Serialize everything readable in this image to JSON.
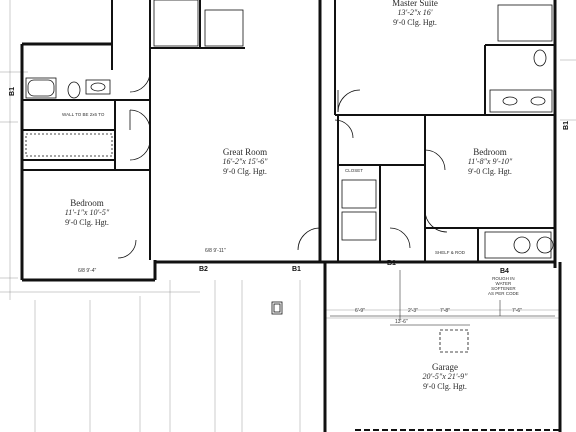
{
  "rooms": {
    "master": {
      "name": "Master Suite",
      "dims": "13'-2\"x 16'",
      "ceiling": "9'-0 Clg. Hgt."
    },
    "great": {
      "name": "Great Room",
      "dims": "16'-2\"x 15'-6\"",
      "ceiling": "9'-0 Clg. Hgt."
    },
    "bedroom_right": {
      "name": "Bedroom",
      "dims": "11'-8\"x 9'-10\"",
      "ceiling": "9'-0 Clg. Hgt."
    },
    "bedroom_left": {
      "name": "Bedroom",
      "dims": "11'-1\"x 10'-5\"",
      "ceiling": "9'-0 Clg. Hgt."
    },
    "garage": {
      "name": "Garage",
      "dims": "20'-5\"x 21'-9\"",
      "ceiling": "9'-0 Clg. Hgt."
    }
  },
  "tags": {
    "b1_left": "B1",
    "b1_mid": "B1",
    "b1_right": "B1",
    "b1_lower": "B1",
    "b2": "B2",
    "b4": "B4"
  },
  "notes": {
    "water_softener": [
      "ROUGH IN",
      "WATER",
      "SOFTENER",
      "AS PER CODE"
    ],
    "shelf_linen": "SHELF & ROD",
    "hall_note": "WALL TO BE 2x6 TO",
    "closet": "CLOSET"
  },
  "dims": {
    "great_span": "6/8 9'-11\"",
    "left_bed_width": "6/8 9'-4\"",
    "garage_top_a": "6'-9\"",
    "garage_top_b": "2'-3\"",
    "garage_top_c": "7'-8\"",
    "garage_top_total": "13'-6\"",
    "garage_right": "7'-6\""
  }
}
